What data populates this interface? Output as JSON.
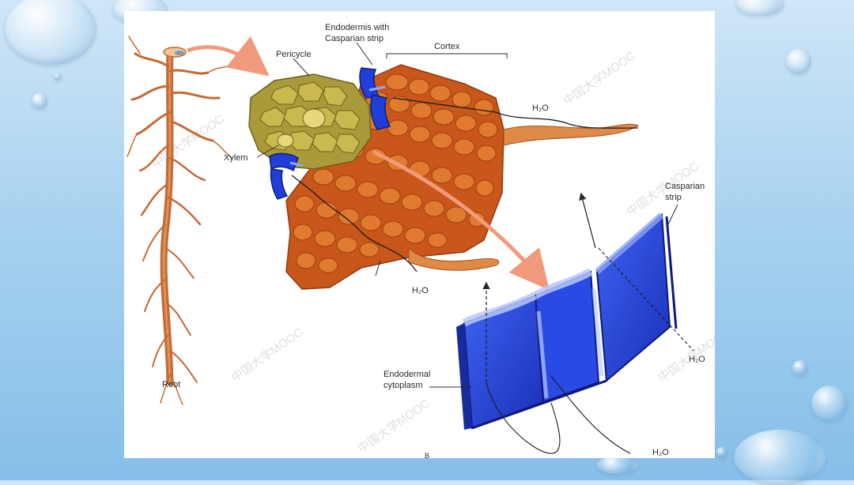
{
  "labels": {
    "pericycle": "Pericycle",
    "endodermis_line1": "Endodermis with",
    "endodermis_line2": "Casparian strip",
    "cortex": "Cortex",
    "xylem": "Xylem",
    "root": "Root",
    "water_top": "H₂O",
    "water_mid": "H₂O",
    "water_right": "H₂O",
    "water_bottom": "H₂O",
    "casparian_line1": "Casparian",
    "casparian_line2": "strip",
    "cytoplasm_line1": "Endodermal",
    "cytoplasm_line2": "cytoplasm",
    "panel_letter": "B"
  },
  "watermark": "中国大学MOOC",
  "colors": {
    "background_top": "#cfe6f7",
    "background_bottom": "#86bfe9",
    "cortex": "#c9561a",
    "cortex_cell": "#e07a2e",
    "stele": "#a99a3a",
    "endodermis_blue": "#1f3fd8",
    "root": "#c46a34",
    "arrow": "#f19a7b"
  },
  "icons": [
    "water-drop-icon"
  ]
}
